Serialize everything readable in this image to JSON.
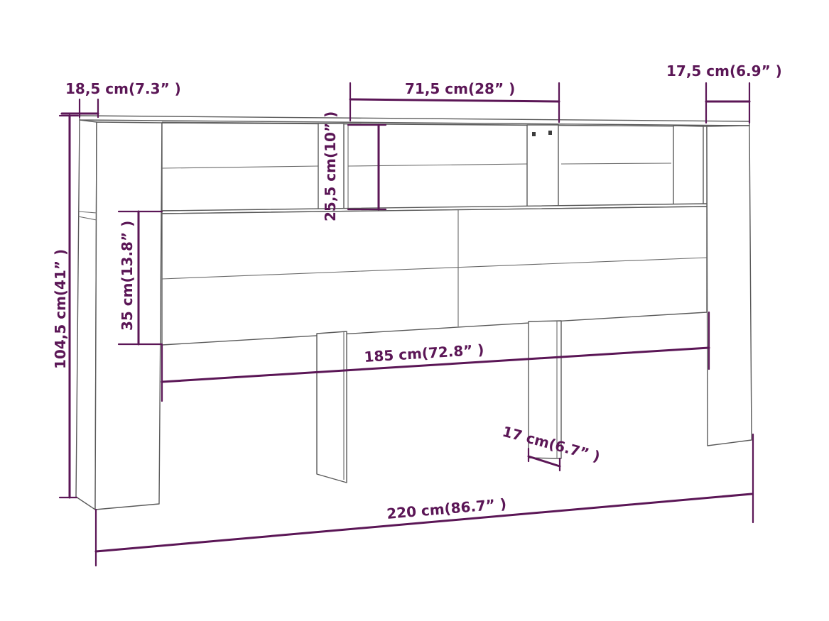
{
  "colors": {
    "dimension": "#5b1656",
    "outline": "#5a5a5a"
  },
  "dimensions": {
    "top_left_depth": "18,5 cm(7.3” )",
    "top_center_width": "71,5 cm(28” )",
    "top_right_depth": "17,5 cm(6.9” )",
    "shelf_height": "25,5 cm(10” )",
    "total_height": "104,5 cm(41” )",
    "panel_height": "35 cm(13.8” )",
    "inner_width": "185 cm(72.8” )",
    "leg_depth": "17 cm(6.7” )",
    "total_width": "220 cm(86.7” )"
  }
}
